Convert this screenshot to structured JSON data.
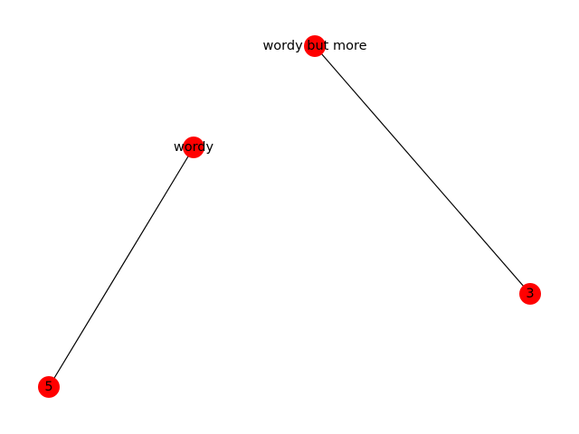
{
  "graph": {
    "node_color": "#ff0000",
    "edge_color": "#000000",
    "label_color": "#000000",
    "nodes": [
      {
        "id": "wordy_but_more",
        "label": "wordy but more"
      },
      {
        "id": "3",
        "label": "3"
      },
      {
        "id": "wordy",
        "label": "wordy"
      },
      {
        "id": "5",
        "label": "5"
      }
    ],
    "edges": [
      {
        "source": "wordy_but_more",
        "target": "3"
      },
      {
        "source": "wordy",
        "target": "5"
      }
    ]
  }
}
